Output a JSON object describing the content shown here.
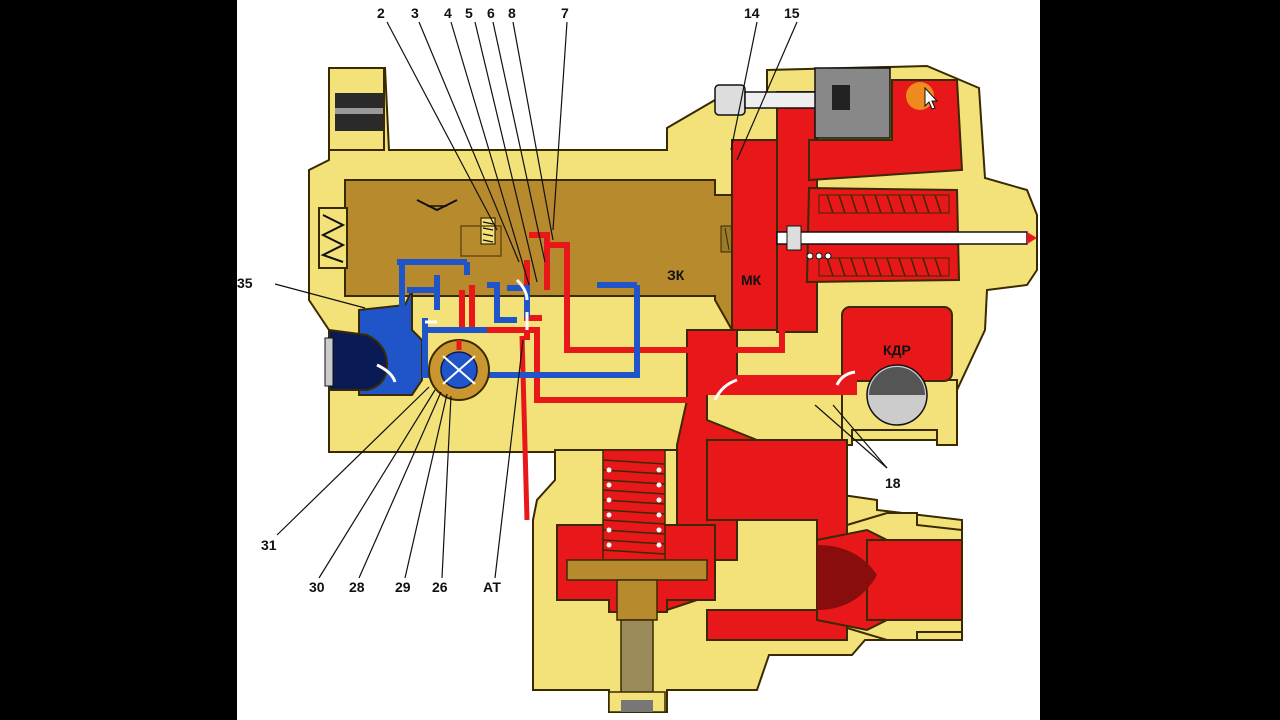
{
  "diagram": {
    "callouts": [
      {
        "id": "2",
        "text": "2"
      },
      {
        "id": "3",
        "text": "3"
      },
      {
        "id": "4",
        "text": "4"
      },
      {
        "id": "5",
        "text": "5"
      },
      {
        "id": "6",
        "text": "6"
      },
      {
        "id": "8",
        "text": "8"
      },
      {
        "id": "7",
        "text": "7"
      },
      {
        "id": "14",
        "text": "14"
      },
      {
        "id": "15",
        "text": "15"
      },
      {
        "id": "35",
        "text": "35"
      },
      {
        "id": "18",
        "text": "18"
      },
      {
        "id": "31",
        "text": "31"
      },
      {
        "id": "30",
        "text": "30"
      },
      {
        "id": "28",
        "text": "28"
      },
      {
        "id": "29",
        "text": "29"
      },
      {
        "id": "26",
        "text": "26"
      },
      {
        "id": "AT",
        "text": "АТ"
      }
    ],
    "chamber_labels": {
      "zk": "ЗК",
      "mk": "МК",
      "kdr": "КДР"
    }
  },
  "colors": {
    "housing": "#F3E27A",
    "piston": "#B88A2E",
    "pressure": "#E8171A",
    "low_pressure": "#1F55C8",
    "background": "#FFFFFF",
    "frame": "#000000"
  }
}
